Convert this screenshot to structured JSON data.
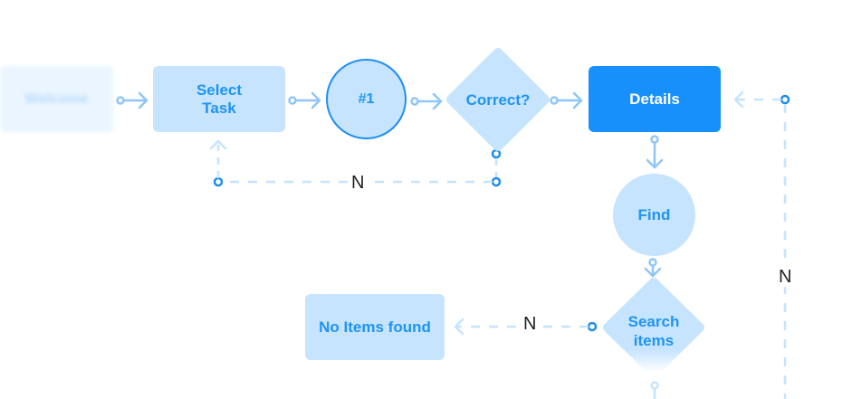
{
  "nodes": {
    "welcome": "Welcome",
    "select_task": "Select\nTask",
    "step_number": "#1",
    "correct": "Correct?",
    "details": "Details",
    "find": "Find",
    "search_items": "Search\nitems",
    "no_items_found": "No Items found"
  },
  "edge_labels": {
    "correct_no": "N",
    "search_no": "N",
    "return_no": "N"
  },
  "colors": {
    "node_fill": "#c6e4fd",
    "accent": "#1790fc",
    "text": "#1e94f3",
    "connector": "#8fc6f7",
    "dashed": "#c6e4fd"
  }
}
